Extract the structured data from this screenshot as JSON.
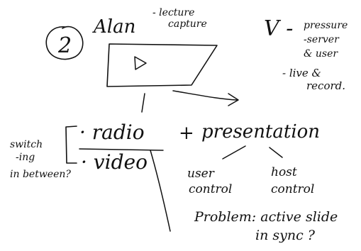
{
  "note": {
    "number": "2",
    "name": "Alan",
    "lecture_capture": [
      "- lecture",
      "capture"
    ],
    "v_label": "V -",
    "pressure_lines": [
      "pressure",
      "-server",
      "& user"
    ],
    "live_record": [
      "- live &",
      "record."
    ],
    "switching_lines": [
      "switch",
      "-ing",
      "in between?"
    ],
    "radio": "· radio",
    "plus": "+",
    "presentation": "presentation",
    "video": "· video",
    "user_control": [
      "user",
      "control"
    ],
    "host_control": [
      "host",
      "control"
    ],
    "problem": "Problem: active slide",
    "in_sync": "in sync ?"
  },
  "colors": {
    "ink": "#111111",
    "paper": "#ffffff"
  },
  "icons": {
    "play": "play-triangle-icon"
  }
}
